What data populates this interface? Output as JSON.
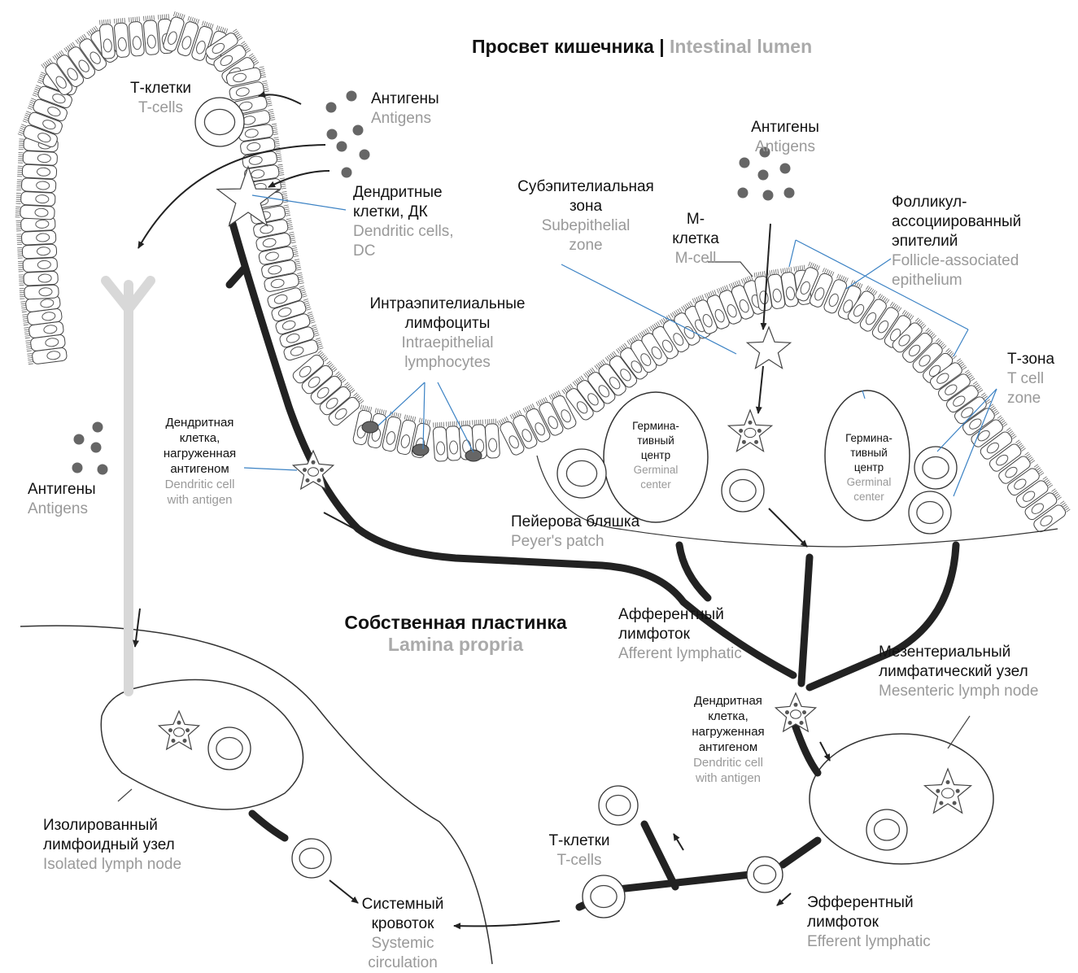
{
  "title": {
    "ru": "Просвет кишечника |",
    "en": "Intestinal lumen"
  },
  "lamina": {
    "ru": "Собственная пластинка",
    "en": "Lamina propria"
  },
  "labels": {
    "tcells_top": {
      "ru": "Т-клетки",
      "en": "T-cells"
    },
    "antigens_top": {
      "ru": "Антигены",
      "en": "Antigens"
    },
    "dendritic": {
      "ru1": "Дендритные",
      "ru2": "клетки, ДК",
      "en1": "Dendritic cells,",
      "en2": "DC"
    },
    "intraepithelial": {
      "ru1": "Интраэпителиальные",
      "ru2": "лимфоциты",
      "en1": "Intraepithelial",
      "en2": "lymphocytes"
    },
    "subepithelial": {
      "ru1": "Субэпителиальная",
      "ru2": "зона",
      "en1": "Subepithelial",
      "en2": "zone"
    },
    "antigens_mid": {
      "ru": "Антигены",
      "en": "Antigens"
    },
    "mcell": {
      "ru1": "М-",
      "ru2": "клетка",
      "en": "M-cell"
    },
    "fae": {
      "ru1": "Фолликул-",
      "ru2": "ассоциированный",
      "ru3": "эпителий",
      "en1": "Follicle-associated",
      "en2": "epithelium"
    },
    "tzone": {
      "ru": "Т-зона",
      "en1": "T cell",
      "en2": "zone"
    },
    "dc_antigen_left": {
      "ru1": "Дендритная",
      "ru2": "клетка,",
      "ru3": "нагруженная",
      "ru4": "антигеном",
      "en1": "Dendritic cell",
      "en2": "with antigen"
    },
    "antigens_left": {
      "ru": "Антигены",
      "en": "Antigens"
    },
    "germinal1": {
      "ru1": "Гермина-",
      "ru2": "тивный",
      "ru3": "центр",
      "en1": "Germinal",
      "en2": "center"
    },
    "germinal2": {
      "ru1": "Гермина-",
      "ru2": "тивный",
      "ru3": "центр",
      "en1": "Germinal",
      "en2": "center"
    },
    "peyer": {
      "ru": "Пейерова бляшка",
      "en": "Peyer's patch"
    },
    "afferent": {
      "ru1": "Афферентный",
      "ru2": "лимфоток",
      "en": "Afferent lymphatic"
    },
    "mesenteric": {
      "ru1": "Мезентериальный",
      "ru2": "лимфатический узел",
      "en": "Mesenteric lymph node"
    },
    "dc_antigen_right": {
      "ru1": "Дендритная",
      "ru2": "клетка,",
      "ru3": "нагруженная",
      "ru4": "антигеном",
      "en1": "Dendritic cell",
      "en2": "with antigen"
    },
    "isolated": {
      "ru1": "Изолированный",
      "ru2": "лимфоидный узел",
      "en": "Isolated lymph node"
    },
    "tcells_bottom": {
      "ru": "Т-клетки",
      "en": "T-cells"
    },
    "efferent": {
      "ru1": "Эфферентный",
      "ru2": "лимфоток",
      "en": "Efferent lymphatic"
    },
    "systemic": {
      "ru1": "Системный",
      "ru2": "кровоток",
      "en1": "Systemic",
      "en2": "circulation"
    }
  }
}
